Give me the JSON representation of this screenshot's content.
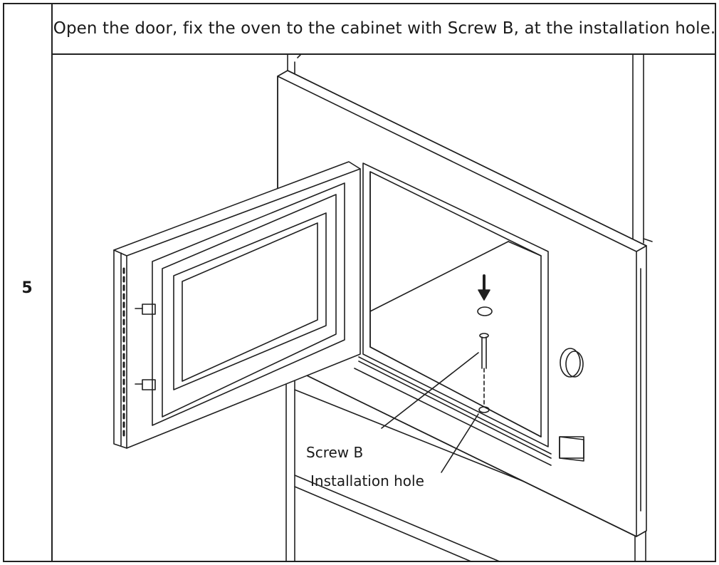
{
  "step": {
    "number": "5",
    "instruction": "Open the door, fix the oven to the cabinet with Screw B, at the installation hole."
  },
  "illustration": {
    "callouts": {
      "screw": "Screw B",
      "hole": "Installation hole"
    },
    "icons": [
      "arrow-down-icon",
      "screw-icon",
      "knob-icon"
    ]
  }
}
